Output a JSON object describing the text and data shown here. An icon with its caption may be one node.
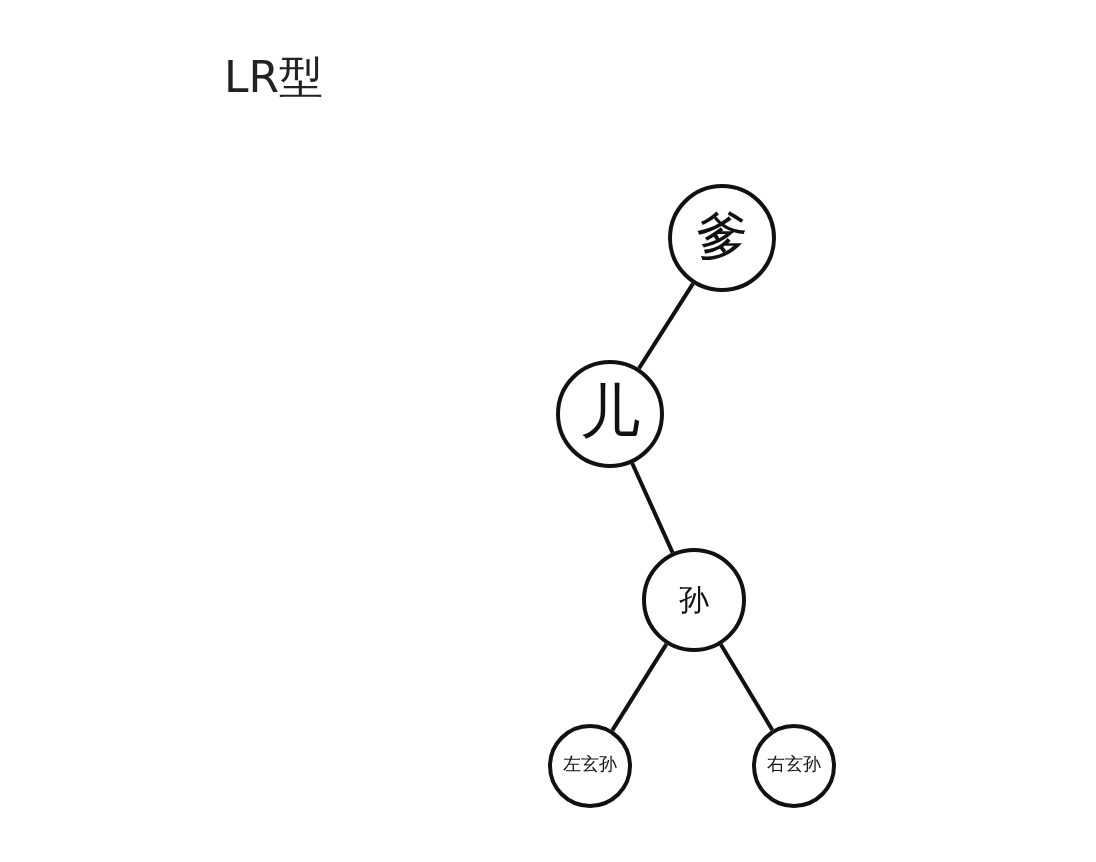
{
  "diagram": {
    "title": "LR型",
    "nodes": [
      {
        "text": [
          "爹"
        ]
      },
      {
        "text": [
          "儿"
        ]
      },
      {
        "text": [
          "孙"
        ]
      },
      {
        "text": [
          "左玄孙"
        ]
      },
      {
        "text": [
          "右玄孙"
        ]
      }
    ],
    "edges": [
      {
        "from": 0,
        "to": 1,
        "arrow": "none"
      },
      {
        "from": 1,
        "to": 2,
        "arrow": "none"
      },
      {
        "from": 2,
        "to": 3,
        "arrow": "none"
      },
      {
        "from": 2,
        "to": 4,
        "arrow": "none"
      }
    ]
  }
}
